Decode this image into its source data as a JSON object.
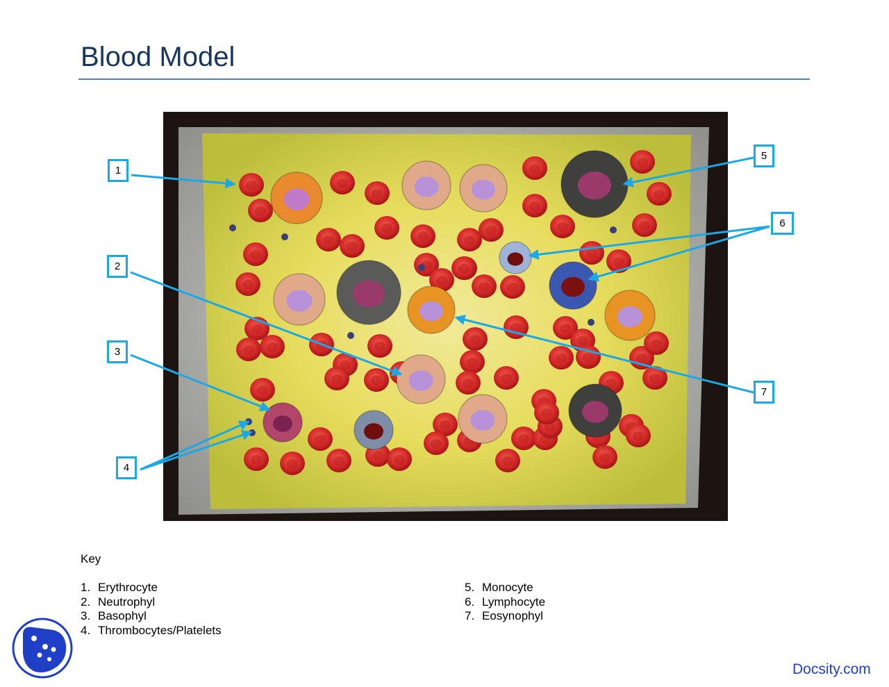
{
  "title": "Blood Model",
  "callouts": [
    "1",
    "2",
    "3",
    "4",
    "5",
    "6",
    "7"
  ],
  "key": {
    "heading": "Key",
    "left": [
      {
        "num": "1.",
        "label": "Erythrocyte"
      },
      {
        "num": "2.",
        "label": "Neutrophyl"
      },
      {
        "num": "3.",
        "label": "Basophyl"
      },
      {
        "num": "4.",
        "label": "Thrombocytes/Platelets"
      }
    ],
    "right": [
      {
        "num": "5.",
        "label": "Monocyte"
      },
      {
        "num": "6.",
        "label": "Lymphocyte"
      },
      {
        "num": "7.",
        "label": "Eosynophyl"
      }
    ]
  },
  "brand": "Docsity.com",
  "colors": {
    "title": "#17375e",
    "rule": "#4f81bd",
    "callout": "#1aa8e6",
    "brand": "#1f3fc6",
    "rbc": "#d42a2a",
    "plate": "#ece064"
  }
}
